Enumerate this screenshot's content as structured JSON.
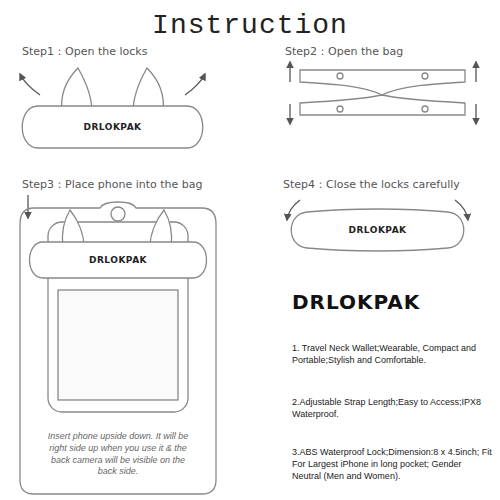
{
  "diagram": {
    "title": "Instruction",
    "nodes": [
      {
        "text": [
          "DRLOKPAK"
        ]
      },
      {
        "text": [
          "Insert phone upside down. It will be right side up when you use it & the back camera will be visible on the back side."
        ]
      },
      {
        "text": [
          "DRLOKPAK"
        ],
        "in": 1
      },
      {
        "text": [
          "DRLOKPAK"
        ]
      }
    ],
    "labels": [
      "Step1：Open the locks",
      "Step2：Open the bag",
      "Step3：Place phone into the bag",
      "Step4：Close the locks carefully",
      "DRLOKPAK",
      "1. Travel Neck Wallet;Wearable, Compact and Portable;Stylish and Comfortable.",
      "2.Adjustable Strap Length;Easy to Access;IPX8 Waterproof.",
      "3.ABS Waterproof Lock;Dimension:8 x 4.5inch; Fit For Largest iPhone in long pocket; Gender Neutral (Men and Women)."
    ]
  }
}
